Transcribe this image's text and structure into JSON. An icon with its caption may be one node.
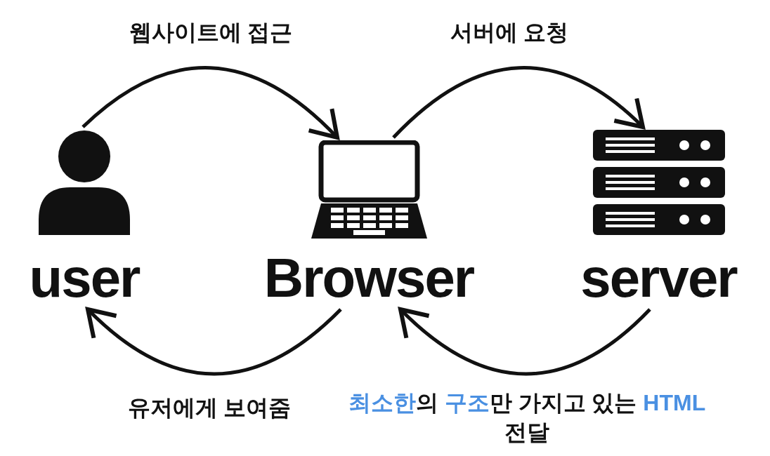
{
  "diagram": {
    "nodes": [
      {
        "text": [
          "user"
        ]
      },
      {
        "text": [
          "Browser"
        ]
      },
      {
        "text": [
          "server"
        ]
      }
    ],
    "edges": [
      {
        "from": 0,
        "to": 1,
        "arrow": "to",
        "label": "웹사이트에 접근"
      },
      {
        "from": 1,
        "to": 2,
        "arrow": "to",
        "label": "서버에 요청"
      },
      {
        "from": 2,
        "to": 1,
        "arrow": "to",
        "label": "**최소한**의 **구조**만 가지고 있는 **HTML** 전달"
      },
      {
        "from": 1,
        "to": 0,
        "arrow": "to",
        "label": "유저에게 보여줌"
      }
    ]
  }
}
